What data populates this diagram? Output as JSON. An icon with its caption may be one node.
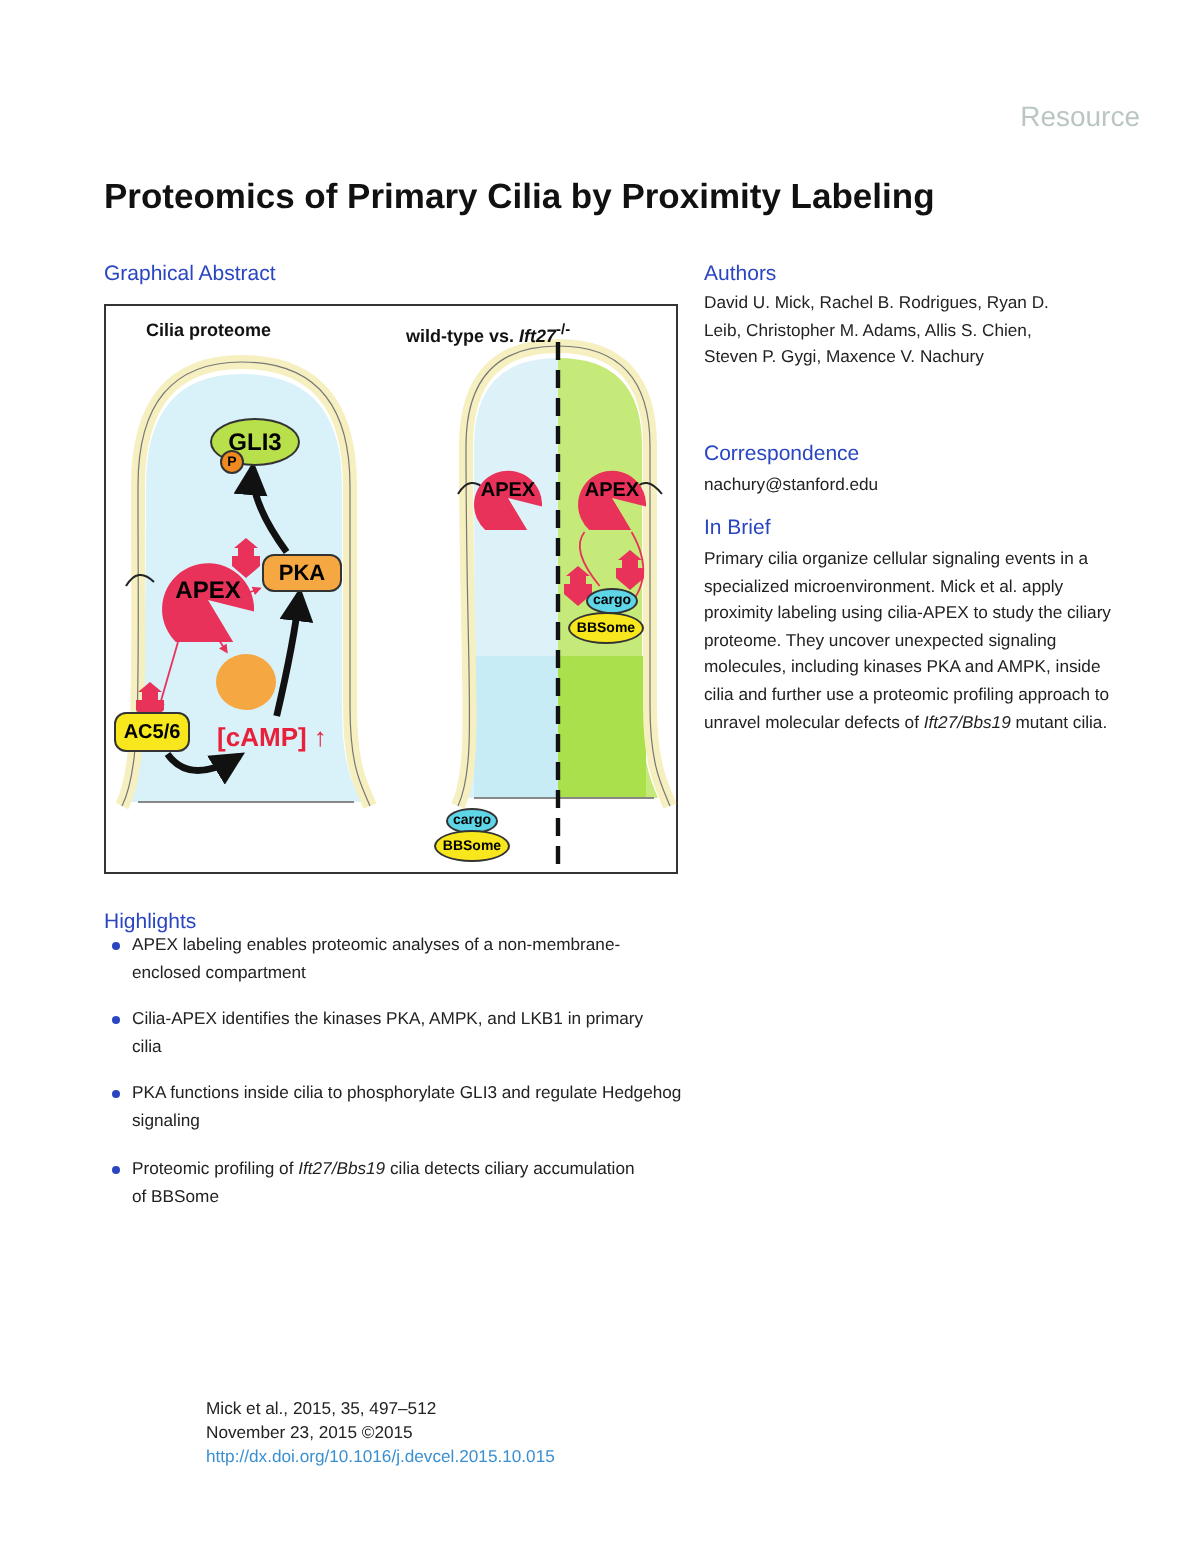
{
  "diagram": {
    "title": "Proteomics of Primary Cilia by Proximity Labeling",
    "nodes": [
      {
        "text": [
          "GLI3"
        ]
      },
      {
        "text": [
          "P"
        ]
      },
      {
        "text": [
          "APEX"
        ]
      },
      {
        "text": [
          "PKA"
        ]
      },
      {
        "text": [],
        "shape": "circle"
      },
      {
        "text": [
          "AC5/6"
        ]
      },
      {
        "text": [
          "[cAMP] ↑"
        ]
      },
      {
        "text": [
          "APEX"
        ]
      },
      {
        "text": [
          "APEX"
        ]
      },
      {
        "text": [
          "cargo"
        ]
      },
      {
        "text": [
          "BBSome"
        ]
      },
      {
        "text": [
          "cargo"
        ]
      },
      {
        "text": [
          "BBSome"
        ]
      }
    ],
    "edges": [
      {
        "from": 3,
        "to": 0,
        "arrow": "to",
        "style": "thick",
        "color": "#111111"
      },
      {
        "from": 6,
        "to": 3,
        "arrow": "to",
        "style": "thick",
        "color": "#111111"
      },
      {
        "from": 5,
        "to": 6,
        "arrow": "to",
        "style": "thick",
        "color": "#111111"
      },
      {
        "from": 2,
        "to": 3,
        "arrow": "to"
      },
      {
        "from": 2,
        "to": 4,
        "arrow": "to"
      },
      {
        "from": 2,
        "to": 5,
        "arrow": "to"
      },
      {
        "from": 8,
        "to": 9,
        "arrow": "none"
      },
      {
        "from": 8,
        "to": 10,
        "arrow": "none"
      }
    ],
    "labels": [
      "Resource",
      "Graphical Abstract",
      "Cilia proteome",
      "wild-type vs. *Ift27*$^{-/-}$",
      "Authors",
      "David U. Mick, Rachel B. Rodrigues, Ryan D. Leib, Christopher M. Adams, Allis S. Chien, Steven P. Gygi, Maxence V. Nachury",
      "Correspondence",
      "nachury@stanford.edu",
      "In Brief",
      "Primary cilia organize cellular signaling events in a specialized microenvironment. Mick et al. apply proximity labeling using cilia-APEX to study the ciliary proteome. They uncover unexpected signaling molecules, including kinases PKA and AMPK, inside cilia and further use a proteomic profiling approach to unravel molecular defects of *Ift27/Bbs19* mutant cilia.",
      "Highlights",
      "APEX labeling enables proteomic analyses of a non-membrane-enclosed compartment",
      "Cilia-APEX identifies the kinases PKA, AMPK, and LKB1 in primary cilia",
      "PKA functions inside cilia to phosphorylate GLI3 and regulate Hedgehog signaling",
      "Proteomic profiling of *Ift27/Bbs19* cilia detects ciliary accumulation of BBSome",
      "Mick et al., 2015, 35, 497–512",
      "November 23, 2015 ©2015",
      "http://dx.doi.org/10.1016/j.devcel.2015.10.015"
    ]
  }
}
